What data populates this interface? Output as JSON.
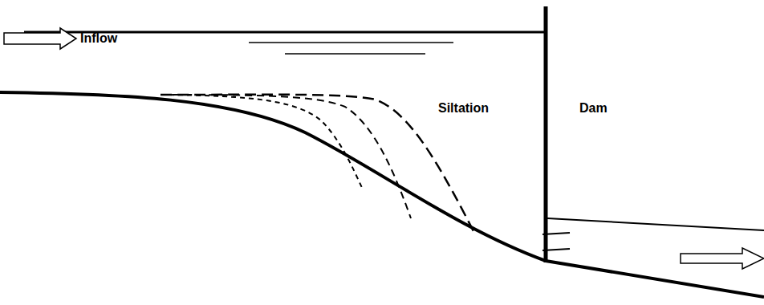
{
  "diagram": {
    "labels": [
      "Inflow",
      "Siltation",
      "Dam"
    ]
  }
}
